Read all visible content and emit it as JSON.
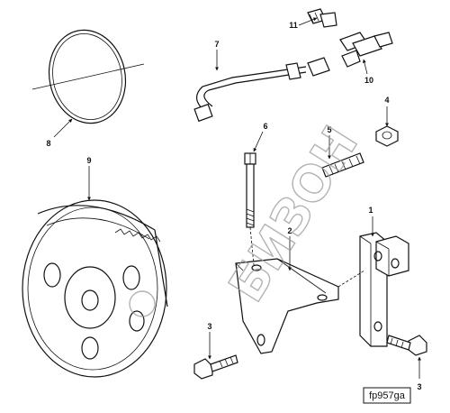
{
  "callouts": [
    "1",
    "2",
    "3",
    "3",
    "4",
    "5",
    "6",
    "7",
    "8",
    "9",
    "10",
    "11"
  ],
  "watermark": "БИЗОН",
  "figure_code": "fp957ga"
}
